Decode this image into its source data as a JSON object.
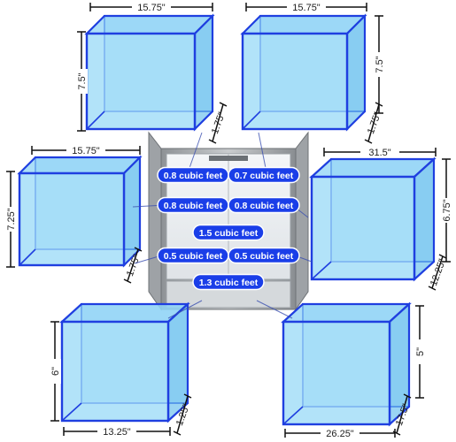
{
  "colors": {
    "box_fill": "#8fd3f5",
    "box_front": "#9fdcf8",
    "box_edge": "#1f3fe0",
    "pill": "#1a3ee8",
    "leader": "#3a4fb0",
    "fridge_body": "#a8acb0"
  },
  "boxes": [
    {
      "id": "top-left",
      "width": "15.75\"",
      "height": "7.5\"",
      "depth": "1.75\""
    },
    {
      "id": "top-right",
      "width": "15.75\"",
      "height": "7.5\"",
      "depth": "1.75\""
    },
    {
      "id": "mid-left",
      "width": "15.75\"",
      "height": "7.25\"",
      "depth": "1.75\""
    },
    {
      "id": "mid-right",
      "width": "31.5\"",
      "height": "6.75\"",
      "depth": "12.25\""
    },
    {
      "id": "bottom-left",
      "width": "13.25\"",
      "height": "6\"",
      "depth": "1.25\""
    },
    {
      "id": "bottom-right",
      "width": "26.25\"",
      "height": "5\"",
      "depth": "17.5\""
    }
  ],
  "capacities": [
    "0.8 cubic feet",
    "0.7 cubic feet",
    "0.8 cubic feet",
    "0.8 cubic feet",
    "1.5 cubic feet",
    "0.5 cubic feet",
    "0.5 cubic feet",
    "1.3 cubic feet"
  ]
}
